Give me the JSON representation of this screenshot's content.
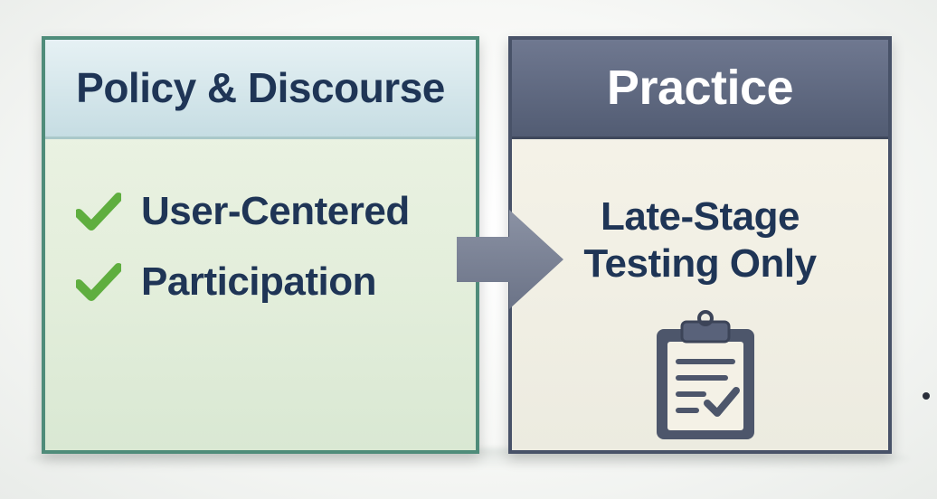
{
  "left_panel": {
    "title": "Policy & Discourse",
    "items": [
      {
        "label": "User-Centered",
        "icon": "checkmark-icon"
      },
      {
        "label": "Participation",
        "icon": "checkmark-icon"
      }
    ]
  },
  "right_panel": {
    "title": "Practice",
    "text_line1": "Late-Stage",
    "text_line2": "Testing Only",
    "icon": "clipboard-check-icon"
  },
  "connector": {
    "icon": "arrow-right-icon"
  },
  "colors": {
    "left_border": "#4f8c7a",
    "right_border": "#485268",
    "check_green": "#5fae3f",
    "title_navy": "#1f3556"
  }
}
